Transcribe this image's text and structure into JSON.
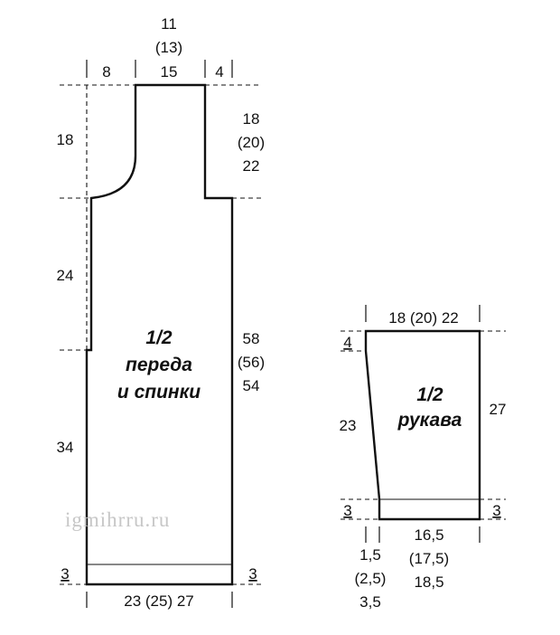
{
  "body_piece": {
    "title_lines": [
      "1/2",
      "переда",
      "и спинки"
    ],
    "top_left_width": "8",
    "neck_width": [
      "11",
      "(13)",
      "15"
    ],
    "top_right_width": "4",
    "neck_depth": "18",
    "armhole_height": [
      "18",
      "(20)",
      "22"
    ],
    "armhole_side": "24",
    "lower_side": "34",
    "total_length": [
      "58",
      "(56)",
      "54"
    ],
    "hem_left": "3",
    "hem_right": "3",
    "bottom_width": "23 (25) 27"
  },
  "sleeve_piece": {
    "title_lines": [
      "1/2",
      "рукава"
    ],
    "top_width": "18 (20) 22",
    "top_left_height": "4",
    "sleeve_side": "23",
    "sleeve_length": "27",
    "cuff_left": "3",
    "cuff_right": "3",
    "taper": [
      "1,5",
      "(2,5)",
      "3,5"
    ],
    "bottom_width": [
      "16,5",
      "(17,5)",
      "18,5"
    ]
  },
  "watermark": "igmihrru.ru"
}
